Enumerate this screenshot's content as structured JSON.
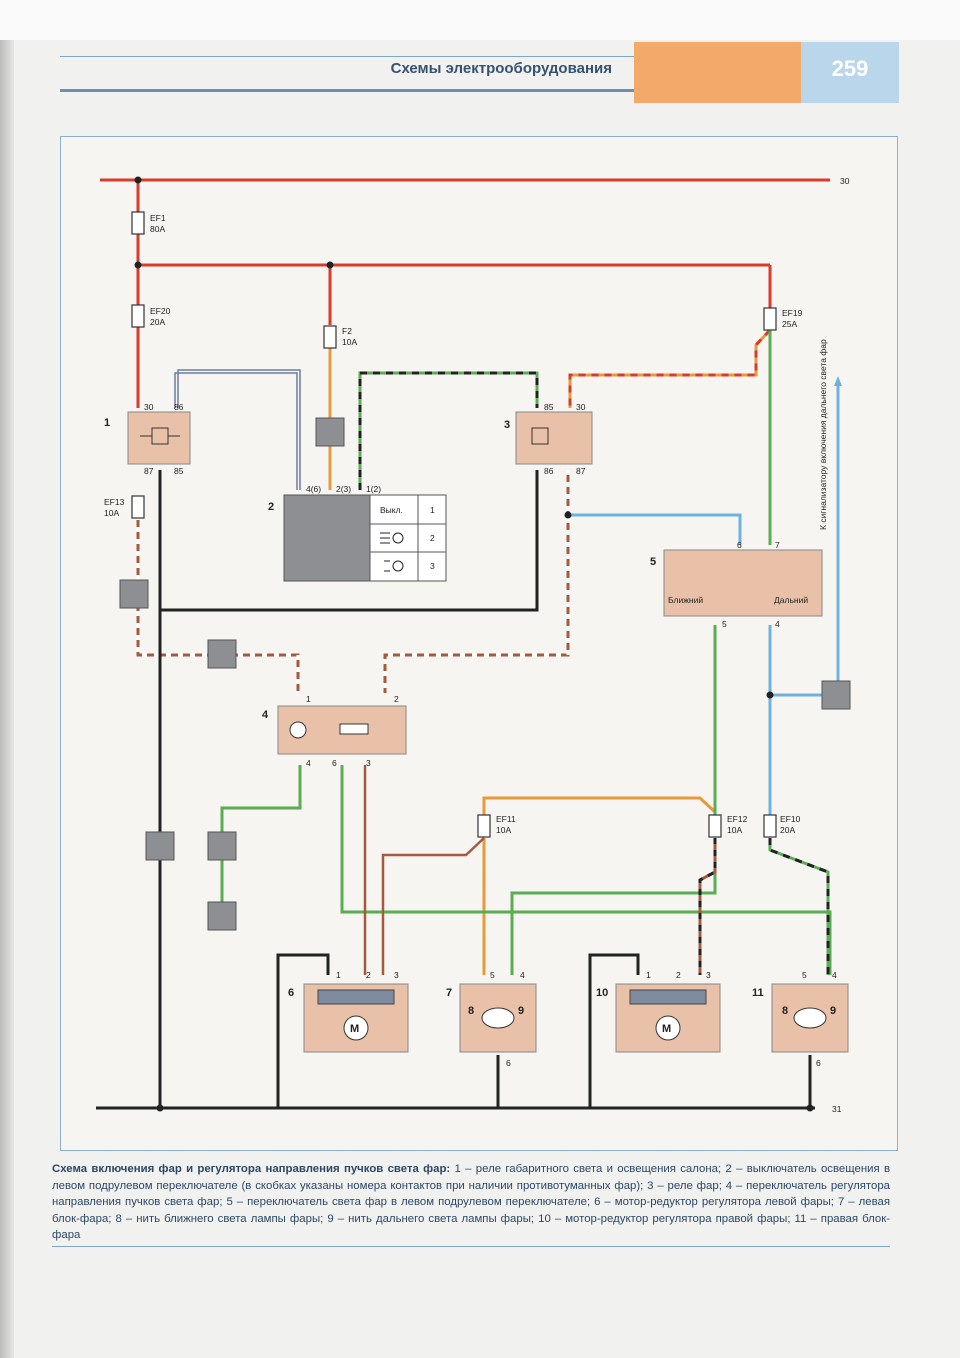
{
  "header": {
    "title": "Схемы электрооборудования",
    "page_number": "259"
  },
  "bus": {
    "plus": "30",
    "ground": "31"
  },
  "fuses": {
    "ef1": {
      "name": "EF1",
      "rating": "80A"
    },
    "ef20": {
      "name": "EF20",
      "rating": "20A"
    },
    "f2": {
      "name": "F2",
      "rating": "10A"
    },
    "ef19": {
      "name": "EF19",
      "rating": "25A"
    },
    "ef13": {
      "name": "EF13",
      "rating": "10A"
    },
    "ef11": {
      "name": "EF11",
      "rating": "10A"
    },
    "ef12": {
      "name": "EF12",
      "rating": "10A"
    },
    "ef10": {
      "name": "EF10",
      "rating": "20A"
    }
  },
  "components": {
    "c1": "1",
    "c2": "2",
    "c3": "3",
    "c4": "4",
    "c5": "5",
    "c6": "6",
    "c7": "7",
    "c10": "10",
    "c11": "11"
  },
  "relay1": {
    "p30": "30",
    "p86": "86",
    "p87": "87",
    "p85": "85"
  },
  "relay3": {
    "p85": "85",
    "p30": "30",
    "p86": "86",
    "p87": "87"
  },
  "switch2": {
    "pins": [
      "4(6)",
      "2(3)",
      "1(2)"
    ],
    "table": [
      {
        "label": "Выкл.",
        "num": "1"
      },
      {
        "label": "",
        "num": "2"
      },
      {
        "label": "",
        "num": "3"
      }
    ]
  },
  "switch5": {
    "p6": "6",
    "p7": "7",
    "p5": "5",
    "p4": "4",
    "low": "Ближний",
    "high": "Дальний"
  },
  "regulator4": {
    "p1": "1",
    "p2": "2",
    "p4": "4",
    "p6": "6",
    "p3": "3"
  },
  "motor": {
    "p1": "1",
    "p2": "2",
    "p3": "3",
    "symbol": "M"
  },
  "headlamp": {
    "p5": "5",
    "p4": "4",
    "p6": "6",
    "n8": "8",
    "n9": "9"
  },
  "side_note": "К сигнализатору включения дальнего света фар",
  "caption": {
    "title": "Схема включения фар и регулятора направления пучков света фар:",
    "body": " 1 – реле габаритного света и освещения салона; 2 – выключатель освещения в левом подрулевом переключателе (в скобках указаны номера контактов при наличии противотуманных фар); 3 – реле фар; 4 – переключатель регулятора направления пучков света фар; 5 – переключатель света фар в левом подрулевом переключателе; 6 – мотор-редуктор регулятора левой фары; 7 – левая блок-фара; 8 – нить ближнего света лампы фары; 9 – нить дальнего света лампы фары; 10 – мотор-редуктор регулятора правой фары; 11 – правая блок-фара"
  }
}
